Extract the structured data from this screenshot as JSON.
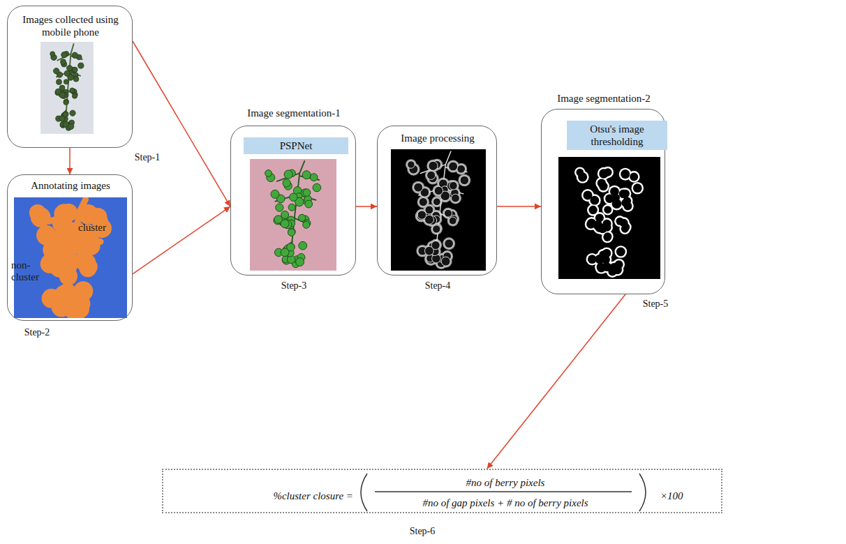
{
  "diagram": {
    "nodes": [
      {
        "text": [
          "Images collected using mobile phone",
          "Step-1"
        ]
      },
      {
        "text": [
          "Annotating images",
          "Step-2"
        ]
      },
      {
        "text": [
          "Image segmentation-1",
          "Step-3"
        ]
      },
      {
        "text": [
          "PSPNet"
        ],
        "in": 2
      },
      {
        "text": [
          "Image processing",
          "Step-4"
        ]
      },
      {
        "text": [
          "Image segmentation-2",
          "Step-5"
        ]
      },
      {
        "text": [
          "Otsu's image thresholding"
        ],
        "in": 5
      },
      {
        "text": [
          "%cluster closure =",
          "#no of berry pixels",
          "#no of gap pixels + # no of berry pixels",
          "×100",
          "Step-6"
        ]
      }
    ],
    "edges": [
      {
        "from": 0,
        "to": 1,
        "arrow": "to"
      },
      {
        "from": 0,
        "to": 2,
        "arrow": "to"
      },
      {
        "from": 1,
        "to": 2,
        "arrow": "to"
      },
      {
        "from": 2,
        "to": 4,
        "arrow": "to"
      },
      {
        "from": 4,
        "to": 5,
        "arrow": "to"
      },
      {
        "from": 5,
        "to": 7,
        "arrow": "to"
      }
    ],
    "labels": [
      "cluster",
      "non-cluster"
    ]
  }
}
